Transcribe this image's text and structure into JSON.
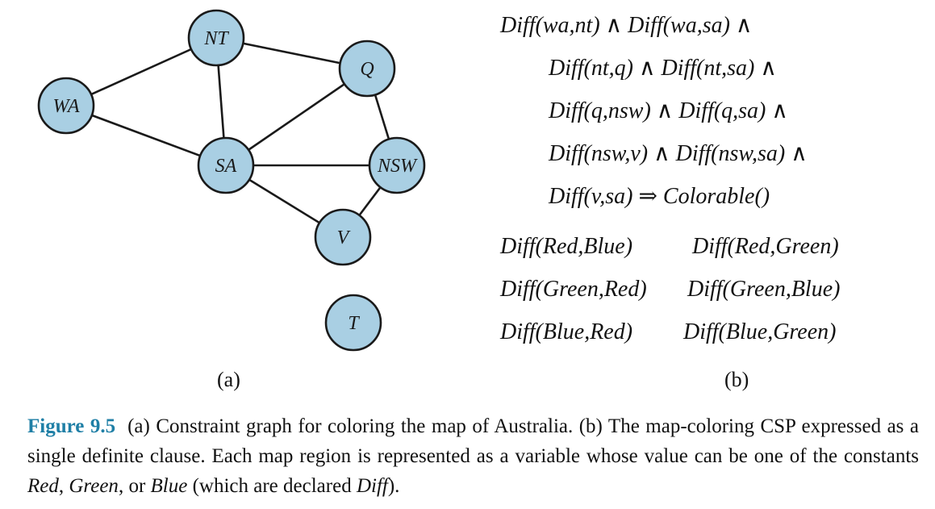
{
  "graph": {
    "nodes": [
      {
        "id": "NT",
        "label": "NT"
      },
      {
        "id": "Q",
        "label": "Q"
      },
      {
        "id": "WA",
        "label": "WA"
      },
      {
        "id": "SA",
        "label": "SA"
      },
      {
        "id": "NSW",
        "label": "NSW"
      },
      {
        "id": "V",
        "label": "V"
      },
      {
        "id": "T",
        "label": "T"
      }
    ],
    "edges": [
      [
        "WA",
        "NT"
      ],
      [
        "WA",
        "SA"
      ],
      [
        "NT",
        "SA"
      ],
      [
        "NT",
        "Q"
      ],
      [
        "SA",
        "Q"
      ],
      [
        "SA",
        "NSW"
      ],
      [
        "SA",
        "V"
      ],
      [
        "Q",
        "NSW"
      ],
      [
        "NSW",
        "V"
      ]
    ],
    "node_color": "#a9cfe3",
    "edge_color": "#1a1a1a"
  },
  "formula": {
    "line1": "Diff(wa,nt) ∧ Diff(wa,sa) ∧",
    "line2": "Diff(nt,q) ∧ Diff(nt,sa) ∧",
    "line3": "Diff(q,nsw) ∧ Diff(q,sa) ∧",
    "line4": "Diff(nsw,v) ∧ Diff(nsw,sa) ∧",
    "line5": "Diff(v,sa) ⇒ Colorable()",
    "facts": [
      [
        "Diff(Red,Blue)",
        "Diff(Red,Green)"
      ],
      [
        "Diff(Green,Red)",
        "Diff(Green,Blue)"
      ],
      [
        "Diff(Blue,Red)",
        "Diff(Blue,Green)"
      ]
    ]
  },
  "sublabels": {
    "a": "(a)",
    "b": "(b)"
  },
  "caption": {
    "figure": "Figure 9.5",
    "text1": "(a) Constraint graph for coloring the map of Australia.  (b) The map-coloring CSP expressed as a single definite clause.  Each map region is represented as a variable whose value can be one of the constants ",
    "red": "Red",
    "sep1": ", ",
    "green": "Green",
    "sep2": ", or ",
    "blue": "Blue",
    "text2": " (which are declared ",
    "diff": "Diff",
    "text3": ")."
  }
}
